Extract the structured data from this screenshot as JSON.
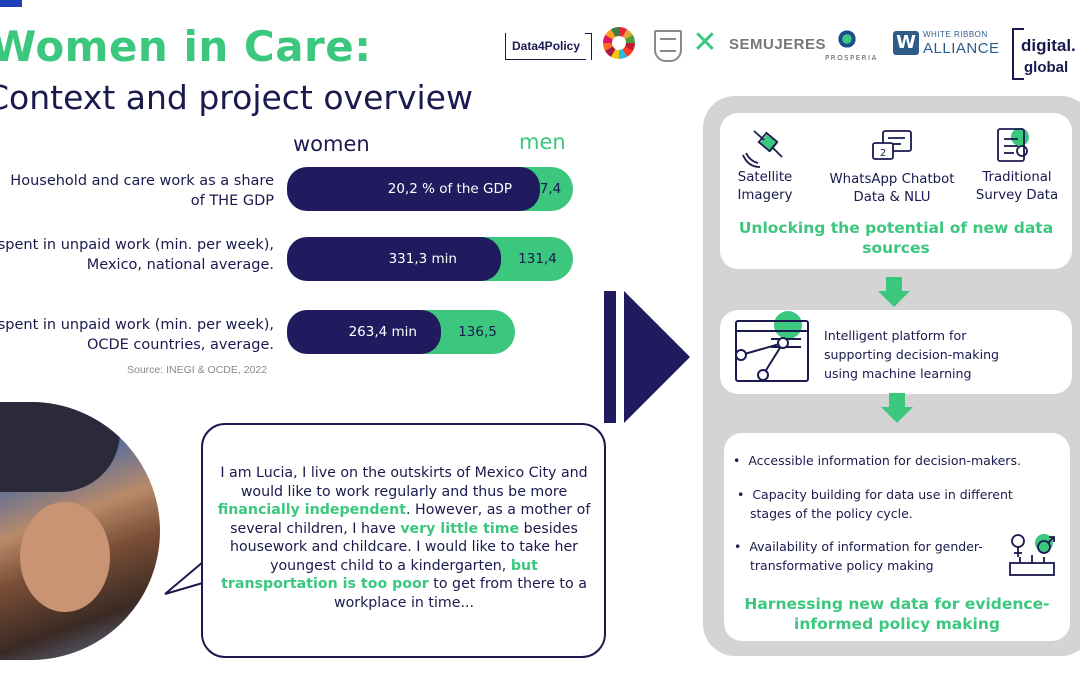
{
  "title": {
    "line1": "Women in Care:",
    "line2": "Context and project overview"
  },
  "logos": {
    "data4policy": "Data4Policy",
    "semujeres": "SEMUJERES",
    "prosperia": "PROSPERIA",
    "wra_top": "WHITE RIBBON",
    "wra_bottom": "ALLIANCE",
    "digital_line1": "digital.",
    "digital_line2": "global"
  },
  "comparison": {
    "header_women": "women",
    "header_men": "men",
    "rows": [
      {
        "label_l1": "Household and care work as a share",
        "label_l2": "of THE GDP",
        "women": "20,2 % of the GDP",
        "men": "7,4"
      },
      {
        "label_l1": "Time spent in unpaid work (min. per week),",
        "label_l2": "Mexico, national average.",
        "women": "331,3 min",
        "men": "131,4"
      },
      {
        "label_l1": "Time spent in unpaid work (min. per week),",
        "label_l2": "OCDE countries, average.",
        "women": "263,4 min",
        "men": "136,5"
      }
    ],
    "source": "Source: INEGI & OCDE, 2022"
  },
  "quote": {
    "p1": "I am Lucia, I live on the outskirts of Mexico City and would like to work regularly and thus be more ",
    "h1": "financially independent",
    "p2": ". However, as a mother of several children, I have ",
    "h2": "very little time",
    "p3": " besides housework and childcare. I would like to take her youngest child to a kindergarten, ",
    "h3": "but transportation is too poor",
    "p4": " to get from there to a workplace in time..."
  },
  "panel": {
    "sources": [
      {
        "icon": "satellite-icon",
        "l1": "Satellite",
        "l2": "Imagery"
      },
      {
        "icon": "chat-bubbles-icon",
        "l1": "WhatsApp Chatbot",
        "l2": "Data & NLU"
      },
      {
        "icon": "survey-clipboard-icon",
        "l1": "Traditional",
        "l2": "Survey Data"
      }
    ],
    "card1_title_l1": "Unlocking the potential of new data",
    "card1_title_l2": "sources",
    "card2_l1": "Intelligent platform for",
    "card2_l2": "supporting decision-making",
    "card2_l3": "using machine learning",
    "bullets": [
      {
        "l1": "Accessible information for decision-makers.",
        "l2": ""
      },
      {
        "l1": "Capacity building for data use in different",
        "l2": "stages of the policy cycle."
      },
      {
        "l1": "Availability of information for gender-",
        "l2": "transformative policy making"
      }
    ],
    "card3_title_l1": "Harnessing new data for evidence-",
    "card3_title_l2": "informed policy making"
  },
  "colors": {
    "navy": "#1f1b5e",
    "green": "#3cc77e",
    "panel_gray": "#d4d4d4"
  }
}
